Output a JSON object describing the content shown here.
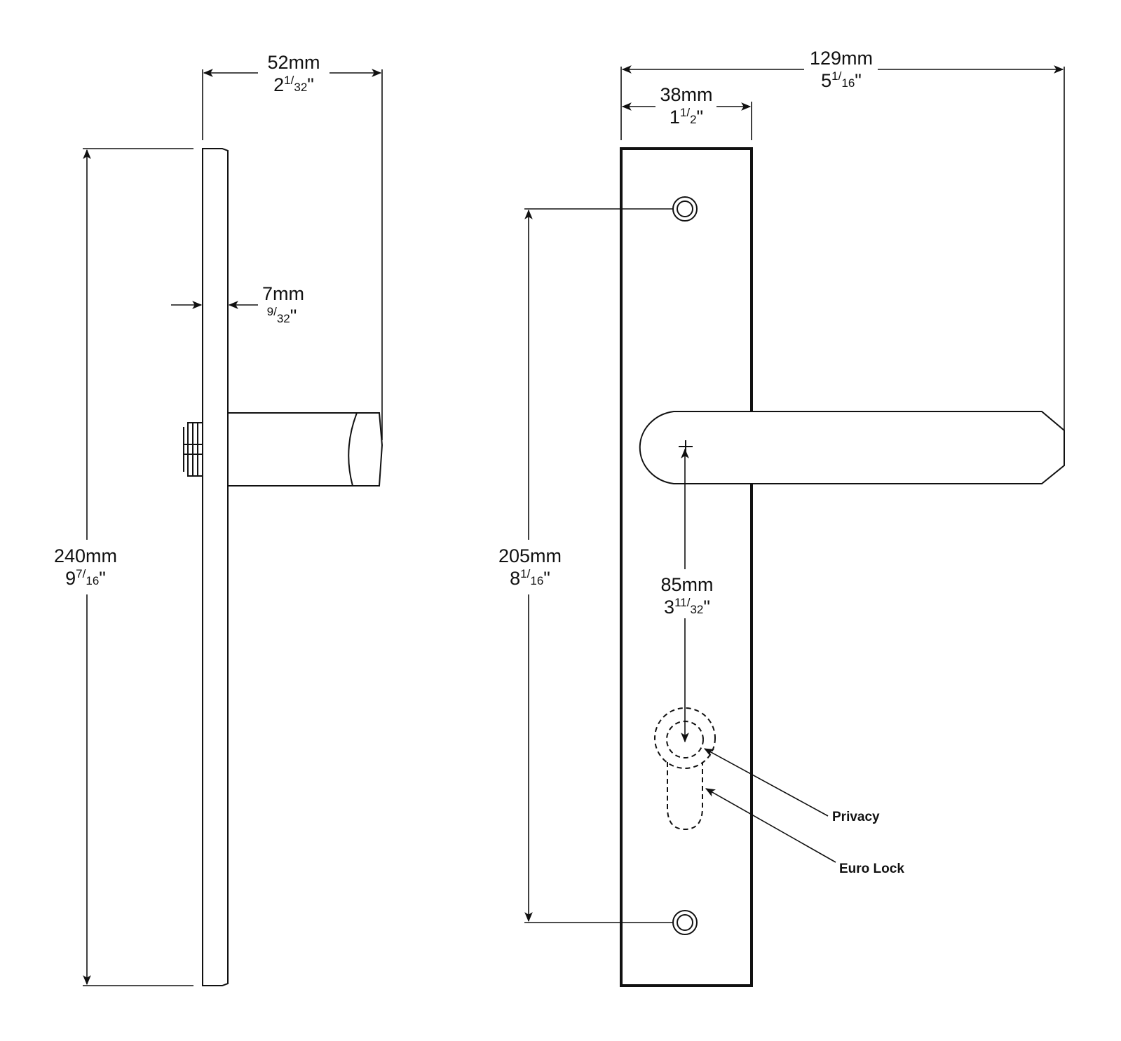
{
  "dimensions": {
    "side_depth": {
      "mm": "52mm",
      "whole": "2",
      "num": "1",
      "den": "32",
      "unit": "\""
    },
    "side_plate_thickness": {
      "mm": "7mm",
      "whole": "",
      "num": "9",
      "den": "32",
      "unit": "\""
    },
    "side_height": {
      "mm": "240mm",
      "whole": "9",
      "num": "7",
      "den": "16",
      "unit": "\""
    },
    "front_total_width": {
      "mm": "129mm",
      "whole": "5",
      "num": "1",
      "den": "16",
      "unit": "\""
    },
    "front_plate_width": {
      "mm": "38mm",
      "whole": "1",
      "num": "1",
      "den": "2",
      "unit": "\""
    },
    "front_screw_centers": {
      "mm": "205mm",
      "whole": "8",
      "num": "1",
      "den": "16",
      "unit": "\""
    },
    "front_backset": {
      "mm": "85mm",
      "whole": "3",
      "num": "11",
      "den": "32",
      "unit": "\""
    }
  },
  "callouts": {
    "privacy": "Privacy",
    "euro_lock": "Euro Lock"
  },
  "colors": {
    "line": "#111111",
    "background": "#ffffff"
  }
}
